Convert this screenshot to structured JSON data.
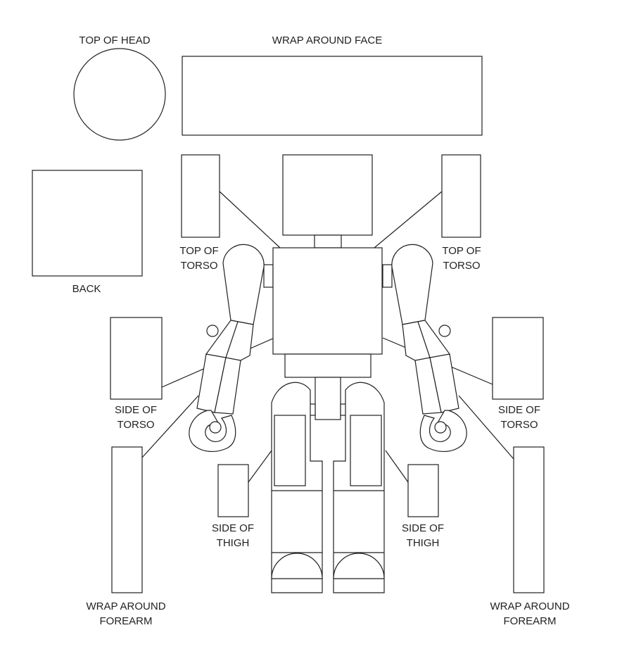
{
  "colors": {
    "stroke": "#231f20",
    "background": "#ffffff"
  },
  "labels": {
    "top_of_head": "TOP OF HEAD",
    "wrap_around_face": "WRAP AROUND FACE",
    "back": "BACK",
    "top_of_torso_left": [
      "TOP OF",
      "TORSO"
    ],
    "top_of_torso_right": [
      "TOP OF",
      "TORSO"
    ],
    "side_of_torso_left": [
      "SIDE OF",
      "TORSO"
    ],
    "side_of_torso_right": [
      "SIDE OF",
      "TORSO"
    ],
    "side_of_thigh_left": [
      "SIDE OF",
      "THIGH"
    ],
    "side_of_thigh_right": [
      "SIDE OF",
      "THIGH"
    ],
    "wrap_around_forearm_left": [
      "WRAP AROUND",
      "FOREARM"
    ],
    "wrap_around_forearm_right": [
      "WRAP AROUND",
      "FOREARM"
    ]
  }
}
